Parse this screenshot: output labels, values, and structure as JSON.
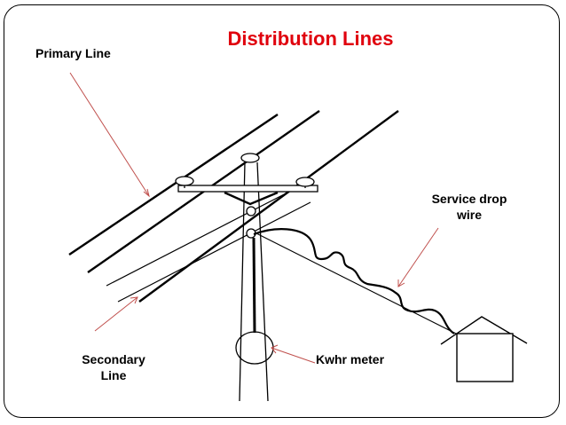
{
  "slide": {
    "title": "Distribution Lines",
    "title_color": "#e0000d",
    "label_color": "#000000",
    "pointer_color": "#c0504d"
  },
  "labels": {
    "primary_line": "Primary Line",
    "service_drop_line1": "Service drop",
    "service_drop_line2": "wire",
    "secondary_line1": "Secondary",
    "secondary_line2": "Line",
    "kwhr_meter": "Kwhr meter"
  },
  "icons": {
    "pole": "utility-pole-icon",
    "meter": "kwhr-meter-icon",
    "house": "house-icon"
  }
}
